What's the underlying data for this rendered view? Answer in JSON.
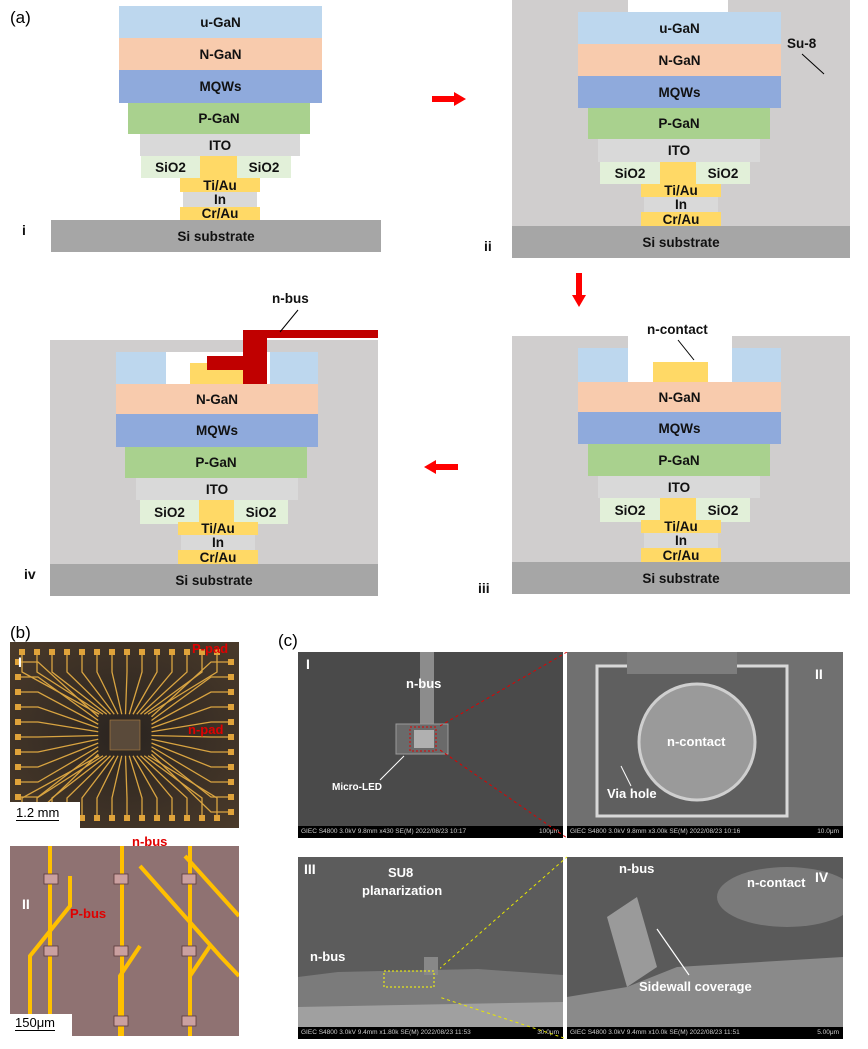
{
  "panel_labels": {
    "a": "(a)",
    "b": "(b)",
    "c": "(c)"
  },
  "layers": {
    "ugan": "u-GaN",
    "ngan": "N-GaN",
    "mqws": "MQWs",
    "pgan": "P-GaN",
    "ito": "ITO",
    "sio2": "SiO2",
    "tiau": "Ti/Au",
    "in": "In",
    "crau": "Cr/Au",
    "si": "Si substrate"
  },
  "steps": {
    "i": "i",
    "ii": "ii",
    "iii": "iii",
    "iv": "iv"
  },
  "annotations": {
    "su8": "Su-8",
    "n_contact": "n-contact",
    "n_bus": "n-bus"
  },
  "micro_b": {
    "roman_1": "I",
    "roman_2": "II",
    "p_pad": "P-pad",
    "n_pad": "n-pad",
    "scale_1": "1.2 mm",
    "n_bus": "n-bus",
    "p_bus": "P-bus",
    "scale_2": "150μm"
  },
  "sem_c": {
    "p1": {
      "roman": "I",
      "n_bus": "n-bus",
      "micro_led": "Micro-LED",
      "footer": "GIEC S4800 3.0kV 9.8mm x430 SE(M) 2022/08/23 10:17",
      "scale": "100μm"
    },
    "p2": {
      "roman": "II",
      "n_contact": "n-contact",
      "via": "Via hole",
      "footer": "GIEC S4800 3.0kV 9.8mm x3.00k SE(M) 2022/08/23 10:16",
      "scale": "10.0μm"
    },
    "p3": {
      "roman": "III",
      "su8_1": "SU8",
      "su8_2": "planarization",
      "n_bus": "n-bus",
      "footer": "GIEC S4800 3.0kV 9.4mm x1.80k SE(M) 2022/08/23 11:53",
      "scale": "30.0μm"
    },
    "p4": {
      "roman": "IV",
      "n_bus": "n-bus",
      "n_contact": "n-contact",
      "sidewall": "Sidewall coverage",
      "footer": "GIEC S4800 3.0kV 9.4mm x10.0k SE(M) 2022/08/23 11:51",
      "scale": "5.00μm"
    }
  },
  "colors": {
    "ugan": "#bdd7ee",
    "ngan": "#f8cbad",
    "mqws": "#8faadc",
    "pgan": "#a9d18e",
    "ito": "#d9d9d9",
    "sio2": "#e2f0d9",
    "metal": "#ffd966",
    "in": "#d9d9d9",
    "si": "#a6a6a6",
    "su8": "#d0cece",
    "nbus": "#c00000",
    "arrow": "#ff0000"
  }
}
